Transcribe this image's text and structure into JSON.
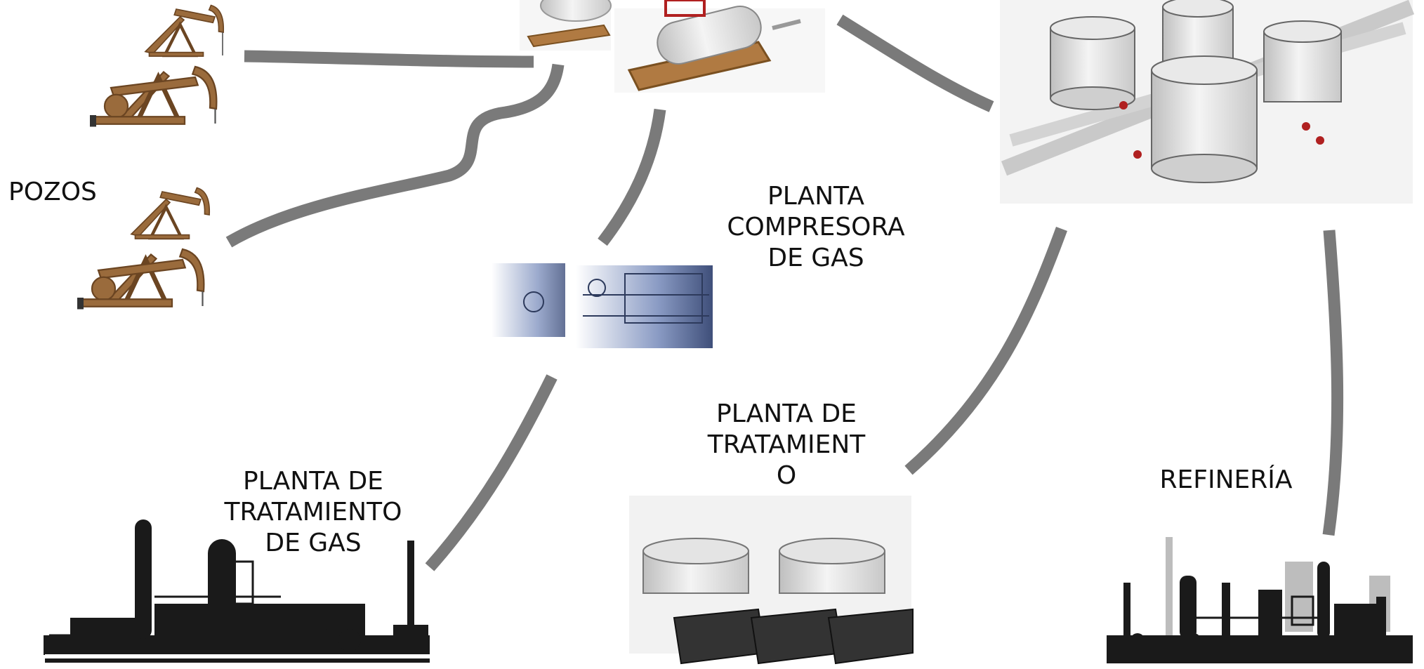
{
  "labels": {
    "pozos": "POZOS",
    "compresora": [
      "PLANTA",
      "COMPRESORA",
      "DE GAS"
    ],
    "tratamiento_gas": [
      "PLANTA DE",
      "TRATAMIENTO",
      "DE GAS"
    ],
    "tratamiento": [
      "PLANTA DE",
      "TRATAMIENT",
      "O"
    ],
    "refineria": "REFINERÍA"
  },
  "colors": {
    "pipe": "#7a7a7a",
    "pumpjack": "#9a6b3c",
    "tank": "#e6e6e6",
    "silhouette": "#1a1a1a",
    "compressor": "#5d6f9a"
  },
  "icons": [
    "pumpjack-icon",
    "separator-skid-icon",
    "storage-tanks-icon",
    "compressor-icon",
    "gas-plant-silhouette-icon",
    "treatment-tanks-icon",
    "refinery-silhouette-icon"
  ]
}
